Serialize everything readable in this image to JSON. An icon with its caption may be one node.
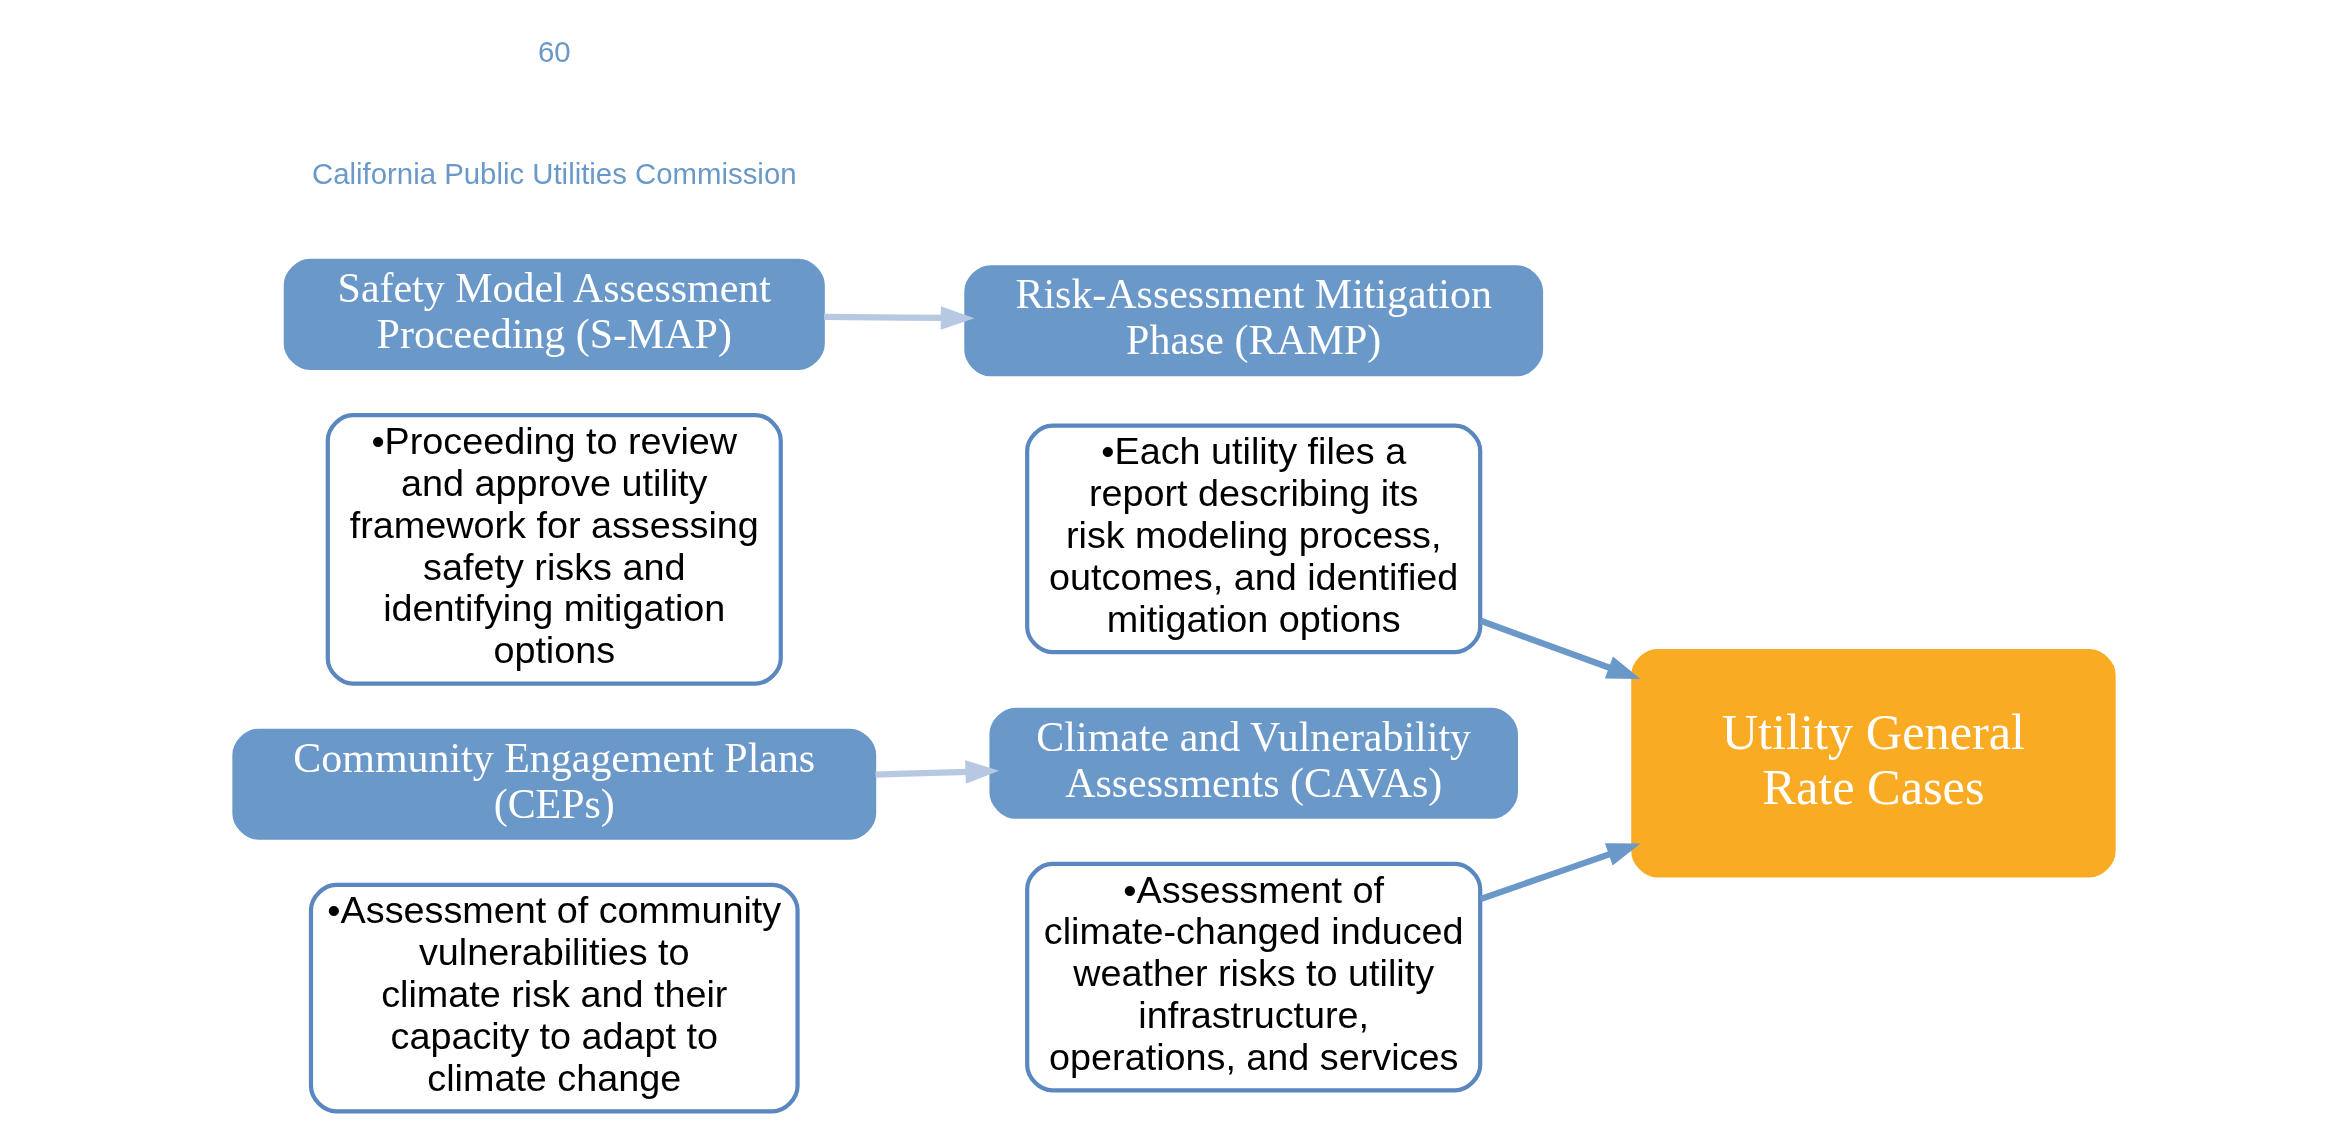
{
  "diagram": {
    "nodes": [
      {
        "text": [
          "Safety Model Assessment Proceeding (S-MAP)"
        ]
      },
      {
        "text": [
          "•Proceeding to review and approve utility framework for assessing safety risks and identifying mitigation options"
        ]
      },
      {
        "text": [
          "Risk-Assessment Mitigation Phase (RAMP)"
        ]
      },
      {
        "text": [
          "•Each utility files a report describing its risk modeling process, outcomes, and identified mitigation options"
        ]
      },
      {
        "text": [
          "Community Engagement Plans (CEPs)"
        ]
      },
      {
        "text": [
          "•Assessment of community vulnerabilities to climate risk and their capacity to adapt to climate change"
        ]
      },
      {
        "text": [
          "Climate and Vulnerability Assessments (CAVAs)"
        ]
      },
      {
        "text": [
          "•Assessment of climate-changed induced weather risks to utility infrastructure, operations, and services"
        ]
      },
      {
        "text": [
          "Utility General Rate Cases"
        ]
      }
    ],
    "edges": [
      {
        "from": 0,
        "to": 2,
        "arrow": "to",
        "color": "#b7c9e2"
      },
      {
        "from": 4,
        "to": 6,
        "arrow": "to",
        "color": "#b7c9e2"
      },
      {
        "from": 3,
        "to": 8,
        "arrow": "to"
      },
      {
        "from": 7,
        "to": 8,
        "arrow": "to"
      }
    ],
    "labels": [
      "California Public Utilities Commission",
      "60"
    ]
  }
}
